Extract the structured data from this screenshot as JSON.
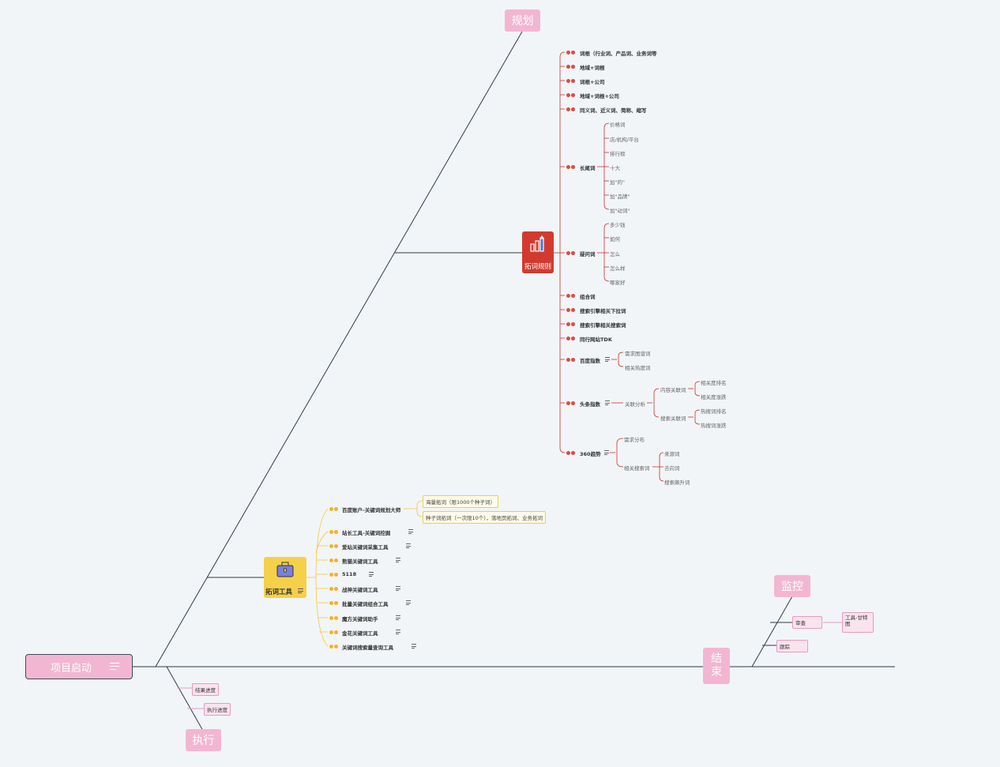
{
  "root": {
    "label": "项目启动"
  },
  "main_branches": {
    "plan": "规划",
    "exec": "执行",
    "end": "结束",
    "monitor": "监控"
  },
  "exec_children": [
    "结果进度",
    "执行进度"
  ],
  "monitor_children": {
    "review": "审查",
    "review_tool": "工具-甘特图",
    "track": "跟踪"
  },
  "rules": {
    "title": "拓词规则",
    "items": [
      "词根（行业词、产品词、业务词等",
      "地域+词根",
      "词根+公司",
      "地域+词根+公司",
      "同义词、近义词、简称、缩写",
      "长尾词",
      "疑问词",
      "组合词",
      "搜索引擎相关下拉词",
      "搜索引擎相关搜索词",
      "同行网站TDK",
      "百度指数",
      "头条指数",
      "360趋势"
    ],
    "longtail": [
      "价格词",
      "店/机构/平台",
      "排行榜",
      "十大",
      "加\"的\"",
      "加\"品牌\"",
      "加\"动词\""
    ],
    "question": [
      "多少钱",
      "如何",
      "怎么",
      "怎么样",
      "哪家好"
    ],
    "baidu": [
      "需求图谱词",
      "相关热度词"
    ],
    "toutiao": {
      "mid": "关联分析",
      "content": "内容关联词",
      "content_sub": [
        "相关度排名",
        "相关度涨跌"
      ],
      "search": "搜索关联词",
      "search_sub": [
        "热搜词排名",
        "热搜词涨跌"
      ]
    },
    "trend360": {
      "need": "需求分布",
      "related": "相关搜索词",
      "related_sub": [
        "来源词",
        "去向词",
        "搜索飙升词"
      ]
    }
  },
  "tools": {
    "title": "拓词工具",
    "items": [
      "百度账户-关键词规划大师",
      "站长工具-关键词挖掘",
      "爱站关键词采集工具",
      "熊猫关键词工具",
      "5118",
      "战神关键词工具",
      "批量关键词组合工具",
      "魔方关键词助手",
      "金花关键词工具",
      "关键词搜索量查询工具"
    ],
    "baidu_sub": [
      "海量拓词（限1000个种子词）",
      "种子词拓词（一次限10个），落地页拓词、业务拓词"
    ]
  },
  "colors": {
    "background": "#f2f5f7",
    "pink": "#f3b6d2",
    "rules_red": "#d23a30",
    "tools_yellow": "#f5d04a",
    "line_dark": "#2f3b4a",
    "line_red": "#c8332b",
    "line_yellow": "#f1c93a"
  },
  "icons": [
    "notes-icon",
    "bar-chart-icon",
    "briefcase-icon",
    "priority-badge-icon"
  ]
}
